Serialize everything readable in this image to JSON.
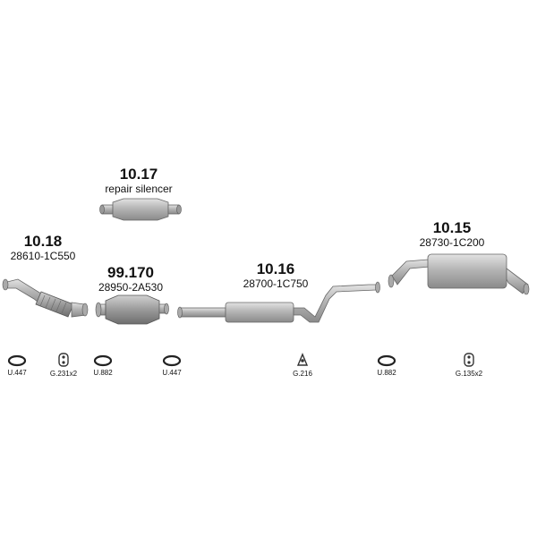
{
  "parts": [
    {
      "id": "p1018",
      "number": "10.18",
      "code": "28610-1C550"
    },
    {
      "id": "p1017",
      "number": "10.17",
      "code": "repair silencer"
    },
    {
      "id": "p99170",
      "number": "99.170",
      "code": "28950-2A530"
    },
    {
      "id": "p1016",
      "number": "10.16",
      "code": "28700-1C750"
    },
    {
      "id": "p1015",
      "number": "10.15",
      "code": "28730-1C200"
    }
  ],
  "accessories": [
    {
      "code": "U.447",
      "icon": "gasket-ring-icon"
    },
    {
      "code": "G.231x2",
      "icon": "rubber-hanger-icon"
    },
    {
      "code": "U.882",
      "icon": "gasket-ring-icon"
    },
    {
      "code": "U.447",
      "icon": "gasket-ring-icon"
    },
    {
      "code": "G.216",
      "icon": "rubber-hanger-icon"
    },
    {
      "code": "U.882",
      "icon": "gasket-ring-icon"
    },
    {
      "code": "G.135x2",
      "icon": "rubber-hanger-icon"
    }
  ]
}
